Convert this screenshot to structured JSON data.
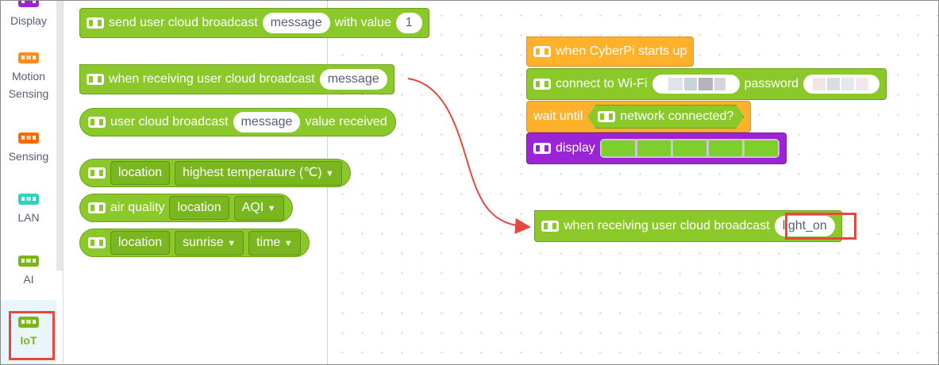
{
  "sidebar": {
    "items": [
      {
        "label": "Display",
        "icon": "display-category-icon",
        "color": "#9b24d6"
      },
      {
        "label": "Motion Sensing",
        "icon": "motion-sensing-category-icon",
        "color": "#ff8c1a"
      },
      {
        "label": "Sensing",
        "icon": "sensing-category-icon",
        "color": "#ff6a00"
      },
      {
        "label": "LAN",
        "icon": "lan-category-icon",
        "color": "#2ed3bf"
      },
      {
        "label": "AI",
        "icon": "ai-category-icon",
        "color": "#7cb518"
      },
      {
        "label": "IoT",
        "icon": "iot-category-icon",
        "color": "#7cb518",
        "selected": true
      }
    ]
  },
  "flyout": {
    "send_broadcast": {
      "text1": "send user cloud broadcast",
      "msg": "message",
      "text2": "with value",
      "value": "1"
    },
    "when_receiving": {
      "text": "when receiving user cloud broadcast",
      "msg": "message"
    },
    "value_received": {
      "text1": "user cloud broadcast",
      "msg": "message",
      "text2": "value received"
    },
    "weather": {
      "location": "location",
      "field": "highest temperature (℃)"
    },
    "air_quality": {
      "text": "air quality",
      "location": "location",
      "field": "AQI"
    },
    "sun": {
      "location": "location",
      "field1": "sunrise",
      "field2": "time"
    }
  },
  "workspace": {
    "start_hat": {
      "text": "when CyberPi starts up"
    },
    "wifi": {
      "text1": "connect to Wi-Fi",
      "text2": "password"
    },
    "wait": {
      "text1": "wait until",
      "text2": "network connected?"
    },
    "display": {
      "text": "display"
    },
    "receiver": {
      "text": "when receiving user cloud broadcast",
      "msg": "light_on"
    }
  },
  "colors": {
    "iot_green": "#8bc92a",
    "event_orange": "#ffb12b",
    "display_purple": "#9b24d6",
    "highlight_red": "#e5483e",
    "led_green": "#7fcf2c"
  }
}
